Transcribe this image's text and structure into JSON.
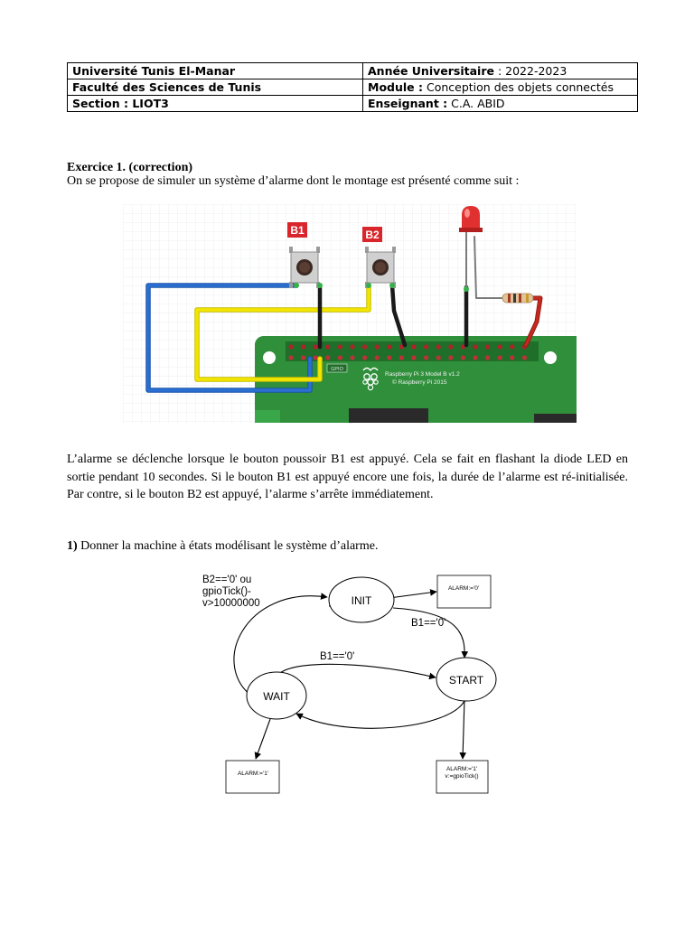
{
  "header": {
    "rows": [
      {
        "left": "Université Tunis El-Manar",
        "right_key": "Année Universitaire",
        "right_sep": " : ",
        "right_value": "2022-2023"
      },
      {
        "left": "Faculté des Sciences de Tunis",
        "right_key": "Module :",
        "right_sep": " ",
        "right_value": "Conception des objets connectés"
      },
      {
        "left": "Section : LIOT3",
        "right_key": "Enseignant :",
        "right_sep": " ",
        "right_value": "C.A. ABID"
      }
    ]
  },
  "exercise": {
    "title": "Exercice 1. (correction)",
    "intro": "On se propose de simuler un système d’alarme dont le montage est présenté comme suit :",
    "description": "L’alarme se déclenche lorsque le bouton poussoir B1 est appuyé. Cela se fait en flashant la diode LED en sortie pendant 10 secondes. Si le bouton B1 est appuyé encore une fois, la durée de l’alarme est ré-initialisée. Par contre, si le bouton B2 est appuyé, l’alarme s’arrête immédiatement."
  },
  "circuit": {
    "button1_label": "B1",
    "button2_label": "B2",
    "gpio_label": "GPIO",
    "board_name": "Raspberry Pi 3 Model B v1.2",
    "board_copyright": "© Raspberry Pi 2015",
    "colors": {
      "board": "#2f8f3a",
      "wire_blue": "#2a6fd1",
      "wire_yellow": "#f2e600",
      "wire_black": "#1a1a1a",
      "wire_red": "#c8281e",
      "led": "#e03030"
    }
  },
  "question1": {
    "number": "1)",
    "text": " Donner la machine à états modélisant le système d’alarme."
  },
  "fsm": {
    "states": {
      "init": "INIT",
      "start": "START",
      "wait": "WAIT"
    },
    "actions": {
      "init": "ALARM:='0'",
      "wait": "ALARM:='1'",
      "start_line1": "ALARM:='1'",
      "start_line2": "v:=gpioTick()"
    },
    "transitions": {
      "init_to_start": "B1=='0'",
      "wait_to_start": "B1=='0'",
      "wait_to_init_line1": "B2=='0' ou",
      "wait_to_init_line2": "gpioTick()-",
      "wait_to_init_line3": "v>10000000"
    }
  }
}
